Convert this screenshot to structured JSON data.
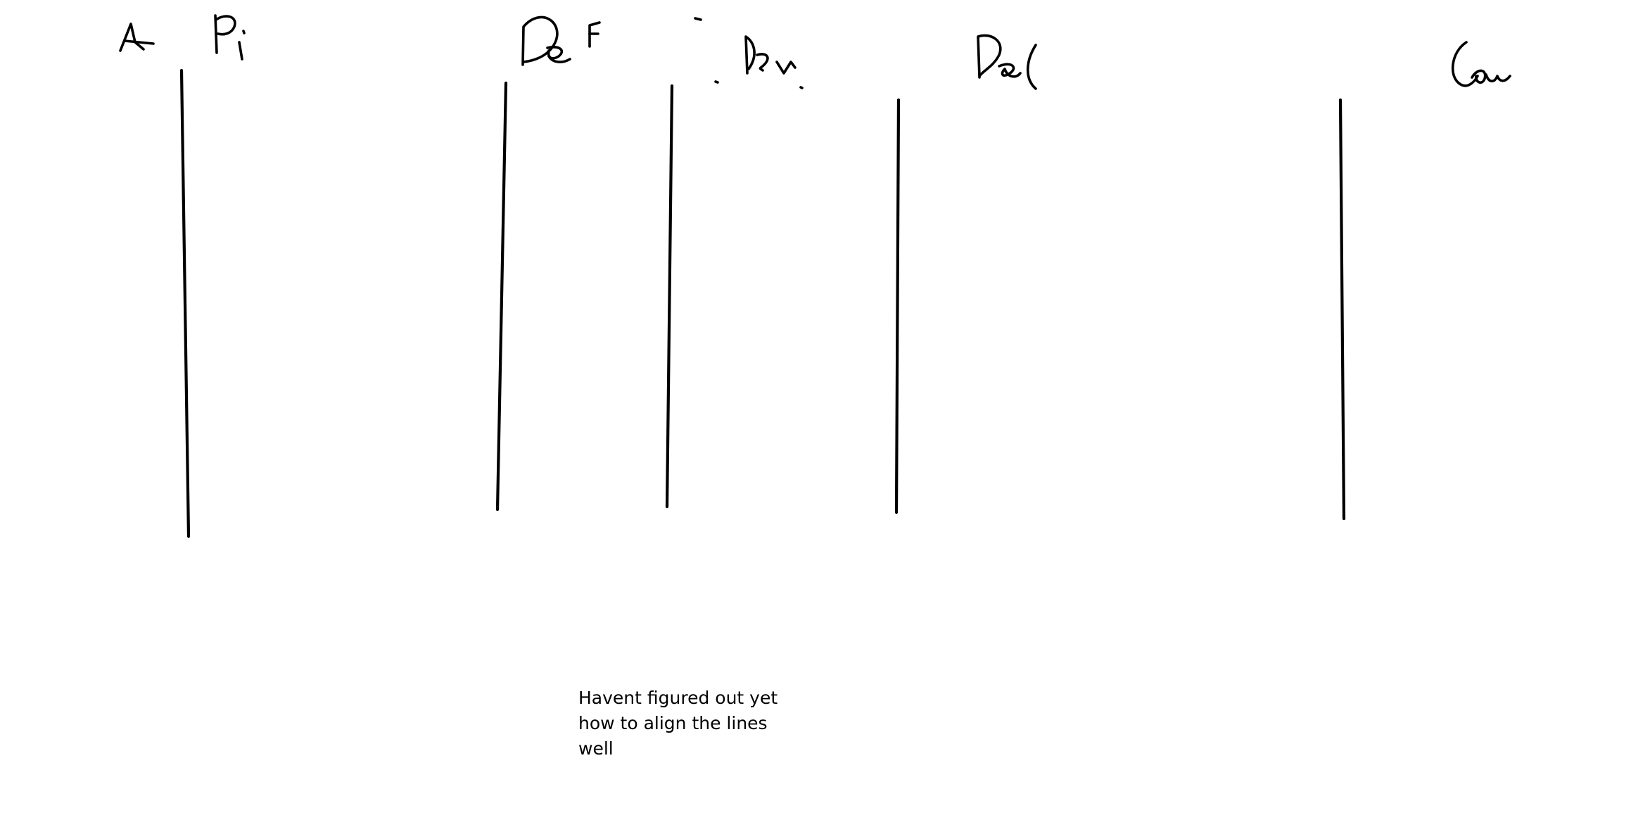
{
  "canvas": {
    "background": "#ffffff",
    "ink_color": "#000000"
  },
  "lane_count": 5,
  "note": {
    "lines": [
      "Havent figured out yet",
      "how to align the lines",
      "well"
    ]
  }
}
